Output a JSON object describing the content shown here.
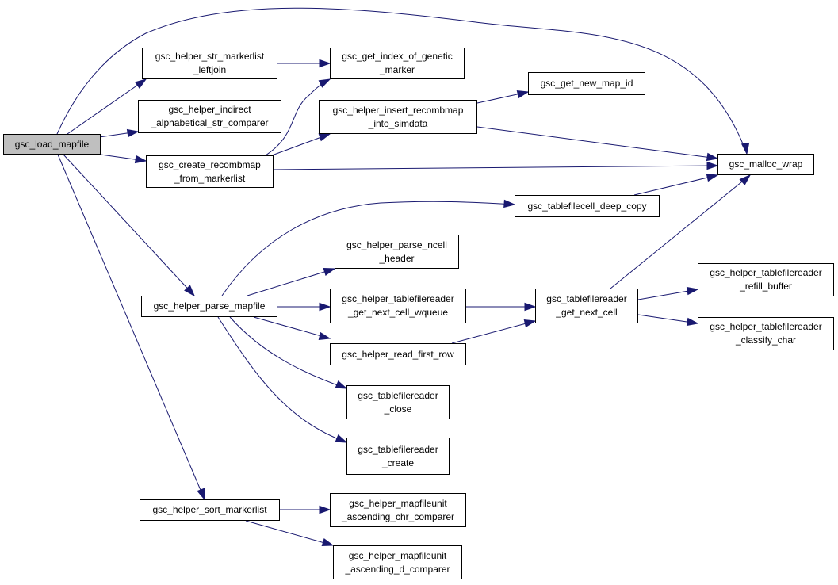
{
  "colors": {
    "edge": "#191970",
    "root_fill": "#bfbfbf",
    "node_fill": "#ffffff",
    "border": "#000000"
  },
  "nodes": {
    "load_mapfile": {
      "lines": [
        "gsc_load_mapfile"
      ],
      "root": true
    },
    "str_markerlist_leftjoin": {
      "lines": [
        "gsc_helper_str_markerlist",
        "_leftjoin"
      ]
    },
    "get_index_of_genetic_marker": {
      "lines": [
        "gsc_get_index_of_genetic",
        "_marker"
      ]
    },
    "get_new_map_id": {
      "lines": [
        "gsc_get_new_map_id"
      ]
    },
    "indirect_alphabetical_str_comparer": {
      "lines": [
        "gsc_helper_indirect",
        "_alphabetical_str_comparer"
      ]
    },
    "insert_recombmap_into_simdata": {
      "lines": [
        "gsc_helper_insert_recombmap",
        "_into_simdata"
      ]
    },
    "create_recombmap_from_markerlist": {
      "lines": [
        "gsc_create_recombmap",
        "_from_markerlist"
      ]
    },
    "malloc_wrap": {
      "lines": [
        "gsc_malloc_wrap"
      ]
    },
    "tablefilecell_deep_copy": {
      "lines": [
        "gsc_tablefilecell_deep_copy"
      ]
    },
    "parse_ncell_header": {
      "lines": [
        "gsc_helper_parse_ncell",
        "_header"
      ]
    },
    "parse_mapfile": {
      "lines": [
        "gsc_helper_parse_mapfile"
      ]
    },
    "tablefilereader_get_next_cell_wqueue": {
      "lines": [
        "gsc_helper_tablefilereader",
        "_get_next_cell_wqueue"
      ]
    },
    "tablefilereader_get_next_cell": {
      "lines": [
        "gsc_tablefilereader",
        "_get_next_cell"
      ]
    },
    "tablefilereader_refill_buffer": {
      "lines": [
        "gsc_helper_tablefilereader",
        "_refill_buffer"
      ]
    },
    "tablefilereader_classify_char": {
      "lines": [
        "gsc_helper_tablefilereader",
        "_classify_char"
      ]
    },
    "read_first_row": {
      "lines": [
        "gsc_helper_read_first_row"
      ]
    },
    "tablefilereader_close": {
      "lines": [
        "gsc_tablefilereader",
        "_close"
      ]
    },
    "tablefilereader_create": {
      "lines": [
        "gsc_tablefilereader",
        "_create"
      ]
    },
    "sort_markerlist": {
      "lines": [
        "gsc_helper_sort_markerlist"
      ]
    },
    "mapfileunit_ascending_chr_comparer": {
      "lines": [
        "gsc_helper_mapfileunit",
        "_ascending_chr_comparer"
      ]
    },
    "mapfileunit_ascending_d_comparer": {
      "lines": [
        "gsc_helper_mapfileunit",
        "_ascending_d_comparer"
      ]
    }
  },
  "edges": [
    {
      "from": "load_mapfile",
      "to": "malloc_wrap"
    },
    {
      "from": "load_mapfile",
      "to": "str_markerlist_leftjoin"
    },
    {
      "from": "load_mapfile",
      "to": "indirect_alphabetical_str_comparer"
    },
    {
      "from": "load_mapfile",
      "to": "create_recombmap_from_markerlist"
    },
    {
      "from": "load_mapfile",
      "to": "parse_mapfile"
    },
    {
      "from": "load_mapfile",
      "to": "sort_markerlist"
    },
    {
      "from": "str_markerlist_leftjoin",
      "to": "get_index_of_genetic_marker"
    },
    {
      "from": "create_recombmap_from_markerlist",
      "to": "get_index_of_genetic_marker"
    },
    {
      "from": "create_recombmap_from_markerlist",
      "to": "insert_recombmap_into_simdata"
    },
    {
      "from": "create_recombmap_from_markerlist",
      "to": "malloc_wrap"
    },
    {
      "from": "insert_recombmap_into_simdata",
      "to": "get_new_map_id"
    },
    {
      "from": "insert_recombmap_into_simdata",
      "to": "malloc_wrap"
    },
    {
      "from": "tablefilecell_deep_copy",
      "to": "malloc_wrap"
    },
    {
      "from": "parse_mapfile",
      "to": "tablefilecell_deep_copy"
    },
    {
      "from": "parse_mapfile",
      "to": "parse_ncell_header"
    },
    {
      "from": "parse_mapfile",
      "to": "tablefilereader_get_next_cell_wqueue"
    },
    {
      "from": "parse_mapfile",
      "to": "read_first_row"
    },
    {
      "from": "parse_mapfile",
      "to": "tablefilereader_close"
    },
    {
      "from": "parse_mapfile",
      "to": "tablefilereader_create"
    },
    {
      "from": "tablefilereader_get_next_cell_wqueue",
      "to": "tablefilereader_get_next_cell"
    },
    {
      "from": "read_first_row",
      "to": "tablefilereader_get_next_cell"
    },
    {
      "from": "tablefilereader_get_next_cell",
      "to": "malloc_wrap"
    },
    {
      "from": "tablefilereader_get_next_cell",
      "to": "tablefilereader_refill_buffer"
    },
    {
      "from": "tablefilereader_get_next_cell",
      "to": "tablefilereader_classify_char"
    },
    {
      "from": "sort_markerlist",
      "to": "mapfileunit_ascending_chr_comparer"
    },
    {
      "from": "sort_markerlist",
      "to": "mapfileunit_ascending_d_comparer"
    }
  ]
}
